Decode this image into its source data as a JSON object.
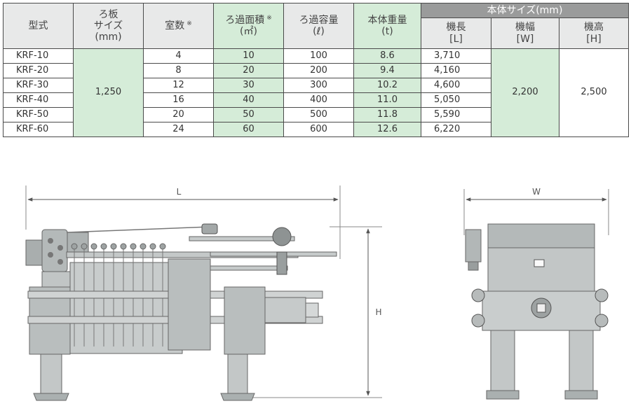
{
  "table": {
    "headers": {
      "model": "型式",
      "plate_size": [
        "ろ板",
        "サイズ",
        "(mm)"
      ],
      "chambers": "室数",
      "chambers_note": "※",
      "filter_area": [
        "ろ過面積",
        "(㎡)"
      ],
      "filter_area_note": "※",
      "filter_volume": [
        "ろ過容量",
        "(ℓ)"
      ],
      "weight": [
        "本体重量",
        "(t)"
      ],
      "body_size": "本体サイズ(mm)",
      "length": [
        "機長",
        "[L]"
      ],
      "width": [
        "機幅",
        "[W]"
      ],
      "height": [
        "機高",
        "[H]"
      ]
    },
    "plate_size_value": "1,250",
    "width_value": "2,200",
    "height_value": "2,500",
    "rows": [
      {
        "model": "KRF-10",
        "chambers": "4",
        "area": "10",
        "volume": "100",
        "weight": "8.6",
        "length": "3,710"
      },
      {
        "model": "KRF-20",
        "chambers": "8",
        "area": "20",
        "volume": "200",
        "weight": "9.4",
        "length": "4,160"
      },
      {
        "model": "KRF-30",
        "chambers": "12",
        "area": "30",
        "volume": "300",
        "weight": "10.2",
        "length": "4,600"
      },
      {
        "model": "KRF-40",
        "chambers": "16",
        "area": "40",
        "volume": "400",
        "weight": "11.0",
        "length": "5,050"
      },
      {
        "model": "KRF-50",
        "chambers": "20",
        "area": "50",
        "volume": "500",
        "weight": "11.8",
        "length": "5,590"
      },
      {
        "model": "KRF-60",
        "chambers": "24",
        "area": "60",
        "volume": "600",
        "weight": "12.6",
        "length": "6,220"
      }
    ]
  },
  "drawing": {
    "label_L": "L",
    "label_H": "H",
    "label_W": "W"
  },
  "colors": {
    "highlight_green": "#d5ecd8",
    "header_gray": "#e8e9e9",
    "group_header": "#9a9b9b",
    "machine_gray": "#b9bdbd",
    "machine_dark": "#8d9292"
  }
}
